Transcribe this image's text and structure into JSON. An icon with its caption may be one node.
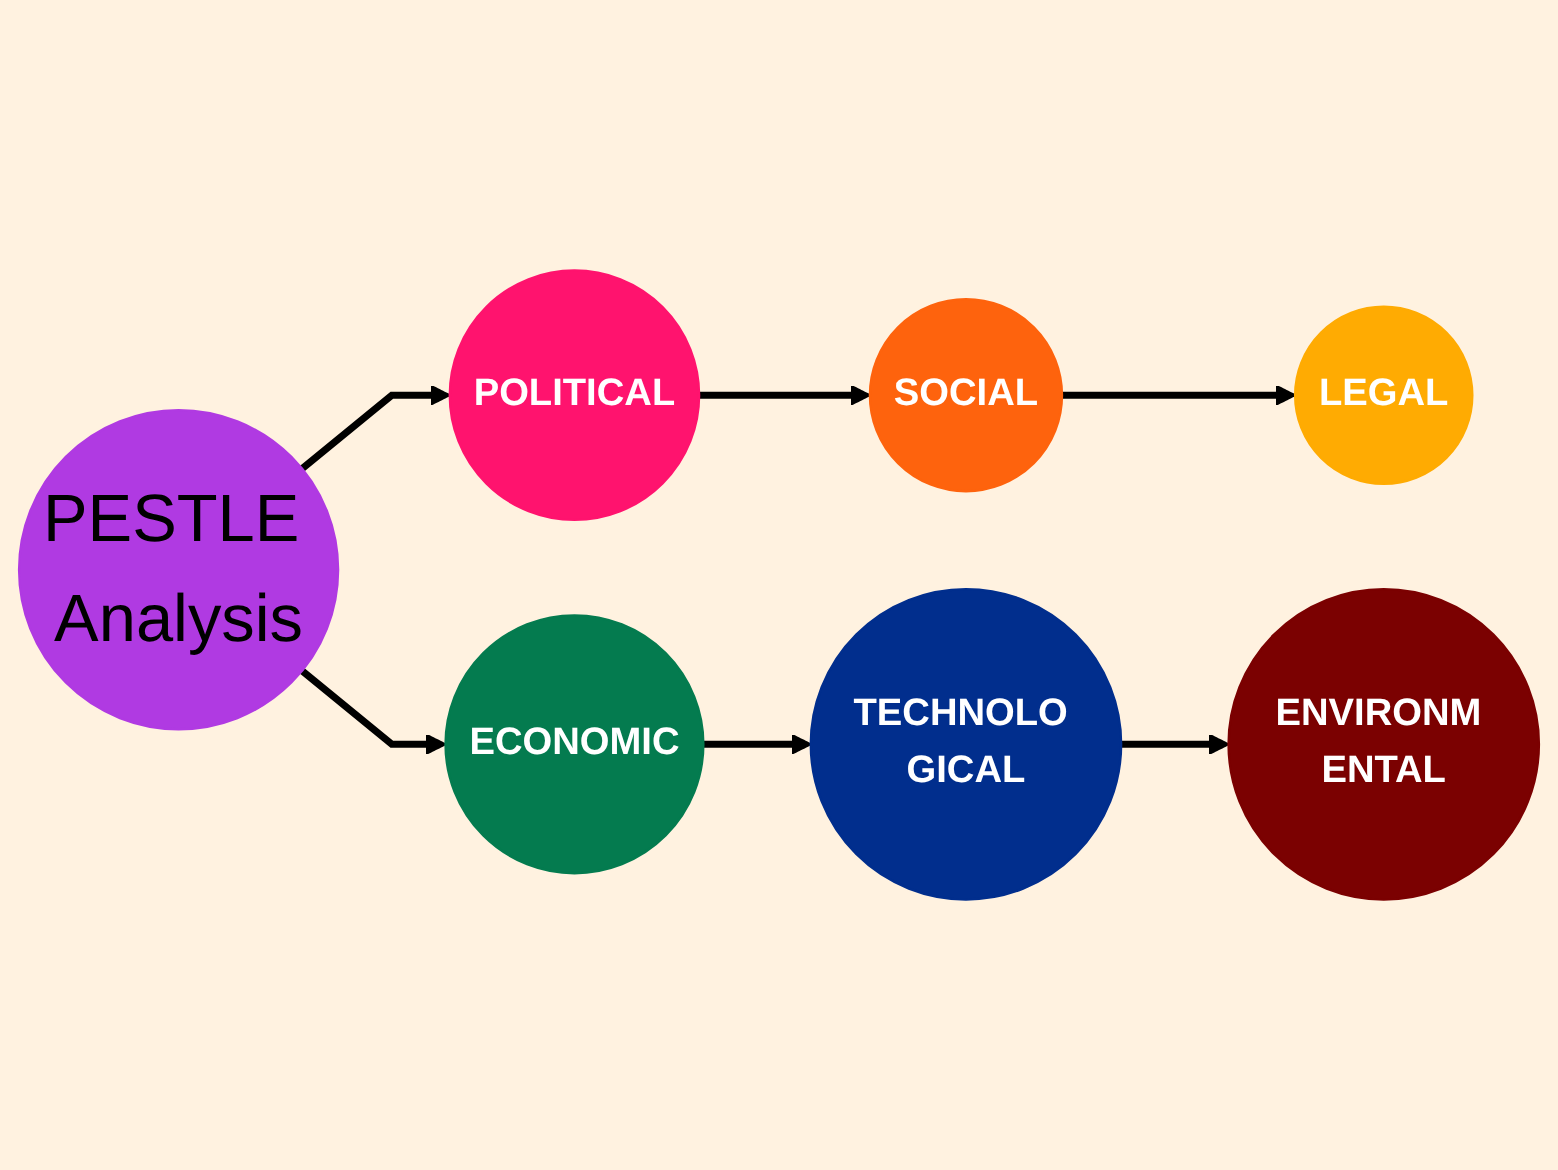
{
  "diagram": {
    "nodes": [
      {
        "text": [
          "PESTLE Analysis"
        ]
      },
      {
        "text": [
          "POLITICAL"
        ]
      },
      {
        "text": [
          "SOCIAL"
        ]
      },
      {
        "text": [
          "LEGAL"
        ]
      },
      {
        "text": [
          "ECONOMIC"
        ]
      },
      {
        "text": [
          "TECHNOLO GICAL"
        ]
      },
      {
        "text": [
          "ENVIRONM ENTAL"
        ]
      }
    ],
    "edges": [
      {
        "from": 0,
        "to": 1,
        "arrow": "to"
      },
      {
        "from": 1,
        "to": 2,
        "arrow": "to"
      },
      {
        "from": 2,
        "to": 3,
        "arrow": "to"
      },
      {
        "from": 0,
        "to": 4,
        "arrow": "to"
      },
      {
        "from": 4,
        "to": 5,
        "arrow": "to"
      },
      {
        "from": 5,
        "to": 6,
        "arrow": "to"
      }
    ]
  }
}
